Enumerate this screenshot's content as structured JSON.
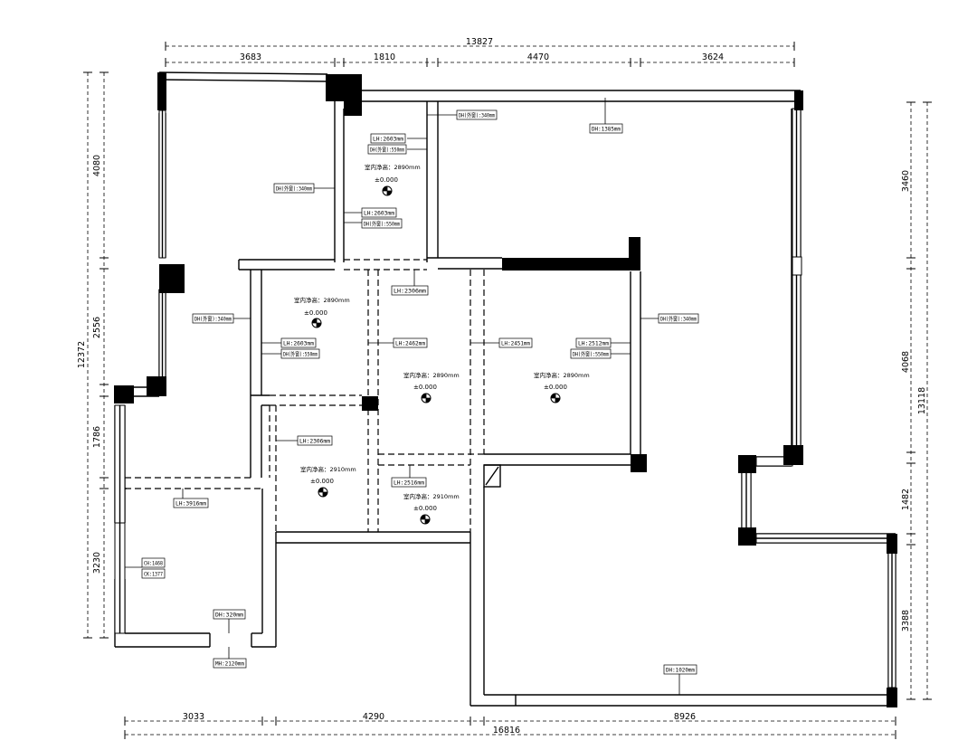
{
  "plan": {
    "dims_top": [
      "13827",
      "3683",
      "1810",
      "4470",
      "3624"
    ],
    "dims_bottom": [
      "3033",
      "4290",
      "8926",
      "16816"
    ],
    "dims_left": [
      "4080",
      "2556",
      "12372",
      "1786",
      "3230"
    ],
    "dims_right": [
      "3460",
      "4068",
      "13118",
      "1482",
      "3388"
    ],
    "tags": [
      "DH(外窗):340mm",
      "DH(外窗):340mm",
      "DH:1385mm",
      "LH:2603mm",
      "DH(外窗):550mm",
      "LH:2603mm",
      "DH(外窗):550mm",
      "LH:2306mm",
      "DH(外窗):340mm",
      "DH(外窗):340mm",
      "LH:2603mm",
      "DH(外窗):550mm",
      "LH:2462mm",
      "LH:2451mm",
      "LH:2512mm",
      "DH(外窗):550mm",
      "LH:2306mm",
      "LH:3916mm",
      "LH:2516mm",
      "CH:1468",
      "CK:1377",
      "DH:320mm",
      "MH:2120mm",
      "DH:1020mm"
    ],
    "rooms": [
      {
        "height": "室内净高：2890mm",
        "level": "±0.000"
      },
      {
        "height": "室内净高：2890mm",
        "level": "±0.000"
      },
      {
        "height": "室内净高：2890mm",
        "level": "±0.000"
      },
      {
        "height": "室内净高：2890mm",
        "level": "±0.000"
      },
      {
        "height": "室内净高：2910mm",
        "level": "±0.000"
      },
      {
        "height": "室内净高：2910mm",
        "level": "±0.000"
      }
    ]
  }
}
